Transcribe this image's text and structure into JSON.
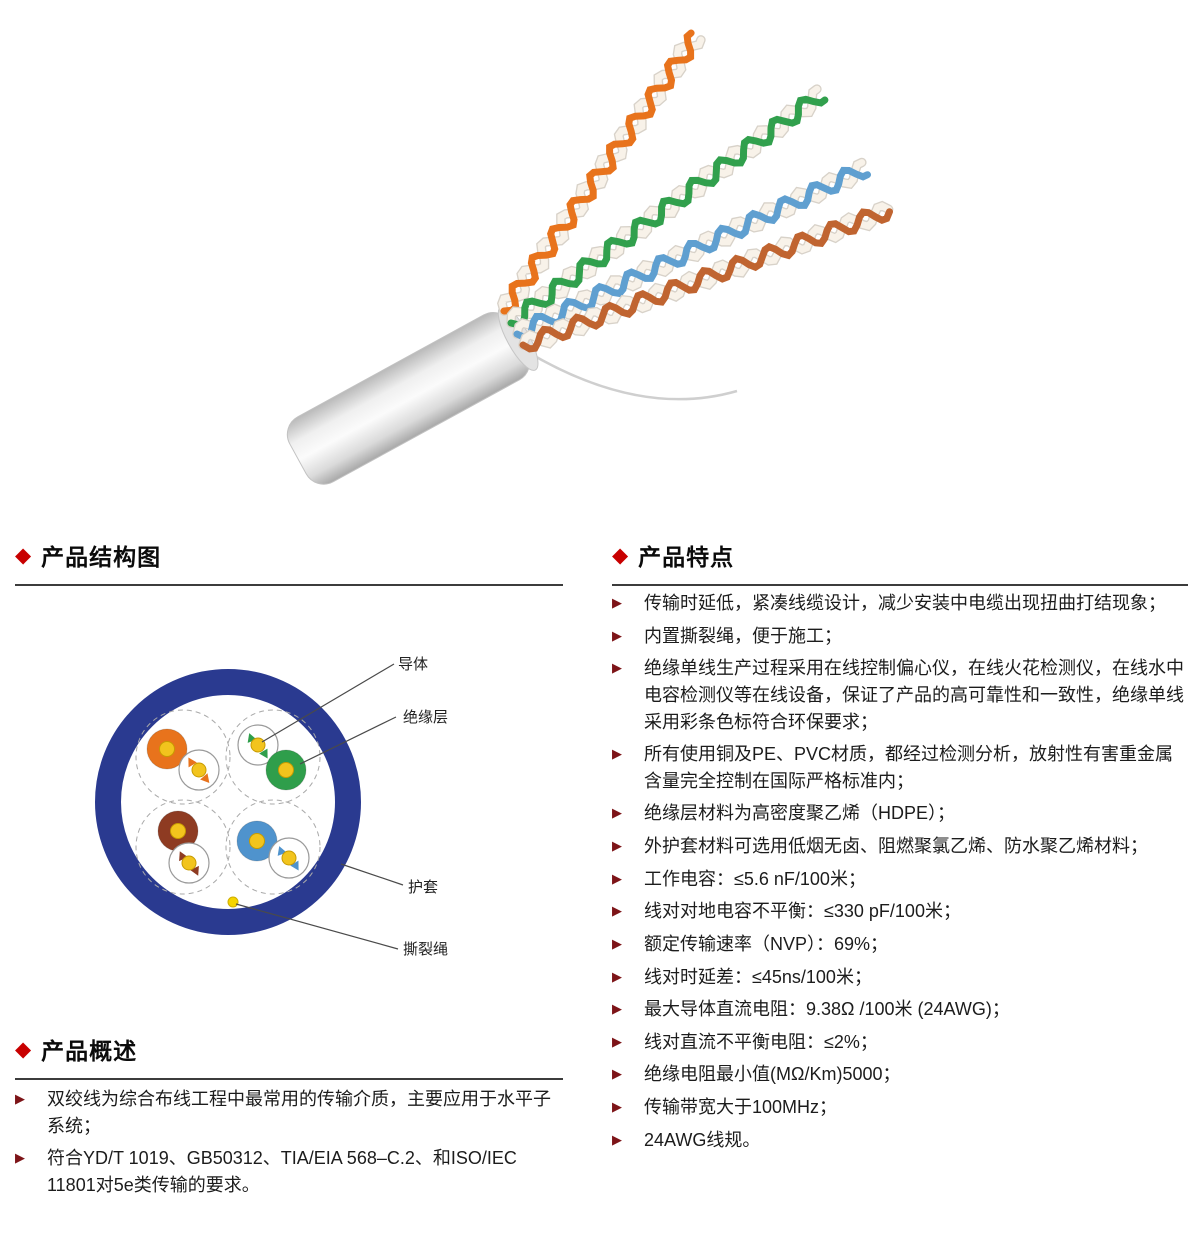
{
  "page": {
    "background": "#ffffff",
    "accent_red": "#c80000",
    "bullet_maroon": "#7d1418",
    "jacket_blue": "#2a3a90",
    "conductor_yellow": "#f2c41d",
    "pair_colors": {
      "orange": "#e8731c",
      "green": "#2f9e4b",
      "blue": "#4f93cd",
      "brown": "#8e3b22"
    }
  },
  "icons": {
    "diamond": "◆",
    "bullet": "▶"
  },
  "hero": {
    "pair_colors": [
      "#e8731c",
      "#31a04d",
      "#5f9fd0",
      "#c06430"
    ]
  },
  "structure_section": {
    "title": "产品结构图",
    "labels": {
      "conductor": "导体",
      "insulation": "绝缘层",
      "jacket": "护套",
      "ripcord": "撕裂绳"
    }
  },
  "overview_section": {
    "title": "产品概述",
    "items": [
      "双绞线为综合布线工程中最常用的传输介质，主要应用于水平子系统；",
      "符合YD/T 1019、GB50312、TIA/EIA 568–C.2、和ISO/IEC 11801对5e类传输的要求。"
    ]
  },
  "features_section": {
    "title": "产品特点",
    "items": [
      "传输时延低，紧凑线缆设计，减少安装中电缆出现扭曲打结现象；",
      "内置撕裂绳，便于施工；",
      "绝缘单线生产过程采用在线控制偏心仪，在线火花检测仪，在线水中电容检测仪等在线设备，保证了产品的高可靠性和一致性，绝缘单线采用彩条色标符合环保要求；",
      "所有使用铜及PE、PVC材质，都经过检测分析，放射性有害重金属含量完全控制在国际严格标准内；",
      "绝缘层材料为高密度聚乙烯（HDPE）；",
      "外护套材料可选用低烟无卤、阻燃聚氯乙烯、防水聚乙烯材料；",
      "工作电容：≤5.6 nF/100米；",
      "线对对地电容不平衡：≤330 pF/100米；",
      "额定传输速率（NVP）：69%；",
      "线对时延差：≤45ns/100米；",
      "最大导体直流电阻：9.38Ω /100米 (24AWG)；",
      "线对直流不平衡电阻：≤2%；",
      "绝缘电阻最小值(MΩ/Km)5000；",
      "传输带宽大于100MHz；",
      "24AWG线规。"
    ]
  }
}
